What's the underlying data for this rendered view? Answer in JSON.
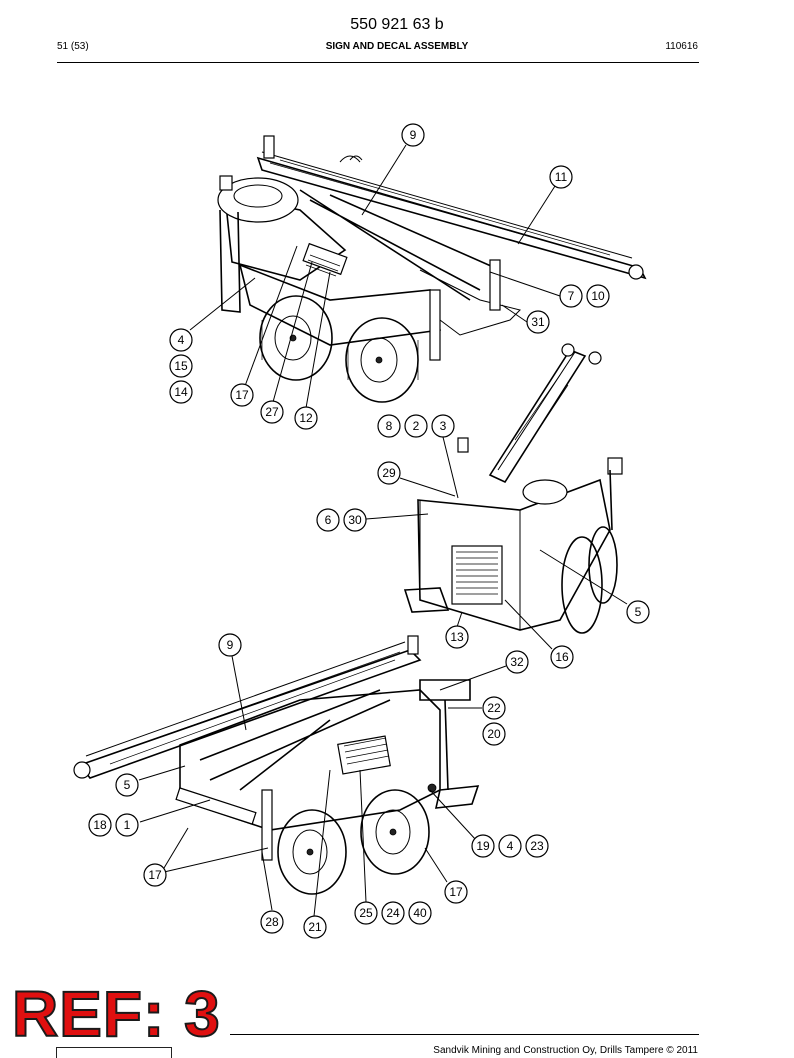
{
  "header": {
    "doc_number": "550 921 63 b",
    "page": "51 (53)",
    "title": "SIGN AND DECAL ASSEMBLY",
    "code": "110616"
  },
  "stamp": {
    "text": "REF: 3"
  },
  "footer": {
    "text": "Sandvik Mining and Construction Oy, Drills Tampere © 2011"
  },
  "callouts": {
    "top": [
      "9",
      "11",
      "7",
      "10",
      "31",
      "4",
      "15",
      "14",
      "17",
      "27",
      "12"
    ],
    "middle": [
      "8",
      "2",
      "3",
      "29",
      "6",
      "30",
      "5",
      "13",
      "16"
    ],
    "bottom": [
      "9",
      "32",
      "22",
      "20",
      "5",
      "18",
      "1",
      "19",
      "4",
      "23",
      "17",
      "17",
      "28",
      "21",
      "25",
      "24",
      "40"
    ]
  }
}
